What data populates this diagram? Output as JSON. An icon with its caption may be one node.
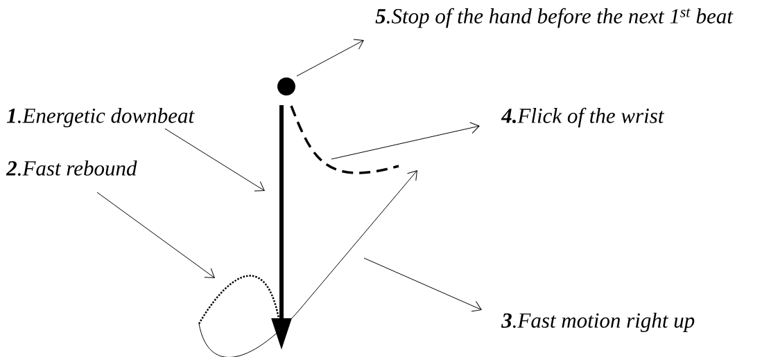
{
  "diagram": {
    "nodes": [
      {
        "text": [
          "**1**.Energetic downbeat"
        ]
      },
      {
        "text": [
          "**2**.Fast rebound"
        ]
      },
      {
        "text": [
          "**3**.Fast motion right up"
        ]
      },
      {
        "text": [
          "**4.**Flick of the wrist"
        ]
      },
      {
        "text": [
          "**5**.Stop of the hand before the next 1$^{st}$ beat"
        ]
      }
    ],
    "edges": [
      {
        "from": 0,
        "to": null,
        "arrow": "to"
      },
      {
        "from": 1,
        "to": null,
        "arrow": "to"
      },
      {
        "from": null,
        "to": 2,
        "arrow": "to"
      },
      {
        "from": null,
        "to": 3,
        "arrow": "to"
      },
      {
        "from": null,
        "to": 4,
        "arrow": "to"
      }
    ]
  }
}
